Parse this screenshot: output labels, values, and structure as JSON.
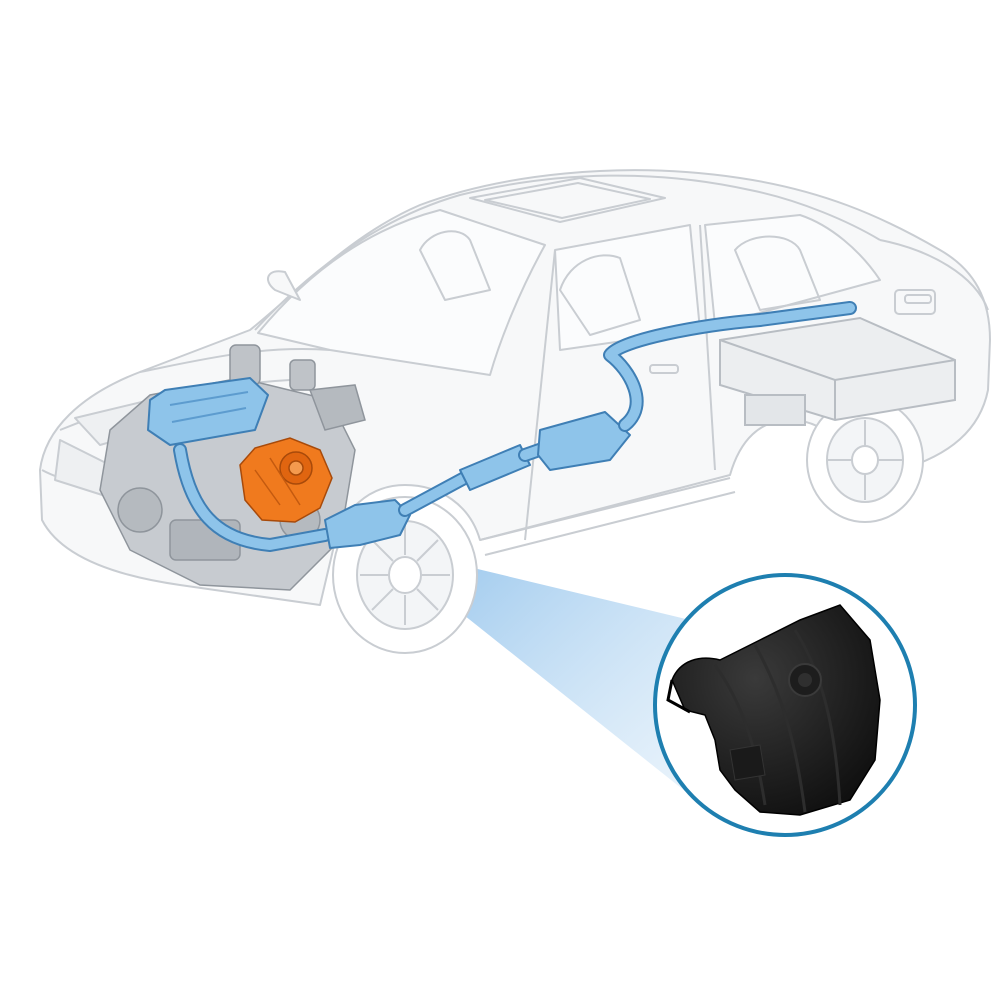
{
  "colors": {
    "background": "#ffffff",
    "car_line": "#c9cdd2",
    "car_fill": "#f7f8f9",
    "exhaust_fill": "#8ec4ea",
    "exhaust_stroke": "#3f7fb5",
    "highlight_part": "#f07a1e",
    "callout_ring": "#1e7fb0",
    "callout_beam": "#7fb8e8",
    "part_dark": "#121212"
  },
  "diagram": {
    "subject": "sedan-cutaway",
    "highlighted_component": "intake-manifold",
    "callout_component": "intake-manifold"
  }
}
